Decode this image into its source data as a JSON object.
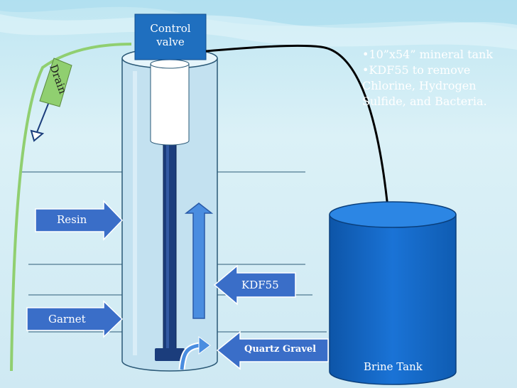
{
  "labels": {
    "control_valve_line1": "Control",
    "control_valve_line2": "valve",
    "drain": "Drain",
    "resin": "Resin",
    "garnet": "Garnet",
    "kdf55": "KDF55",
    "quartz_gravel": "Quartz Gravel",
    "brine_tank": "Brine Tank"
  },
  "notes": [
    "•10”x54” mineral tank",
    "•KDF55 to remove",
    "Chlorine, Hydrogen",
    "Sulfide, and Bacteria."
  ],
  "colors": {
    "background": "#d4eef5",
    "tank_fill": "#c3e1f0",
    "tank_stroke": "#2a5876",
    "callout_fill": "#3a6ec8",
    "brine_fill": "#1565c0",
    "drain_line": "#90cf70",
    "brine_line": "#000000"
  }
}
